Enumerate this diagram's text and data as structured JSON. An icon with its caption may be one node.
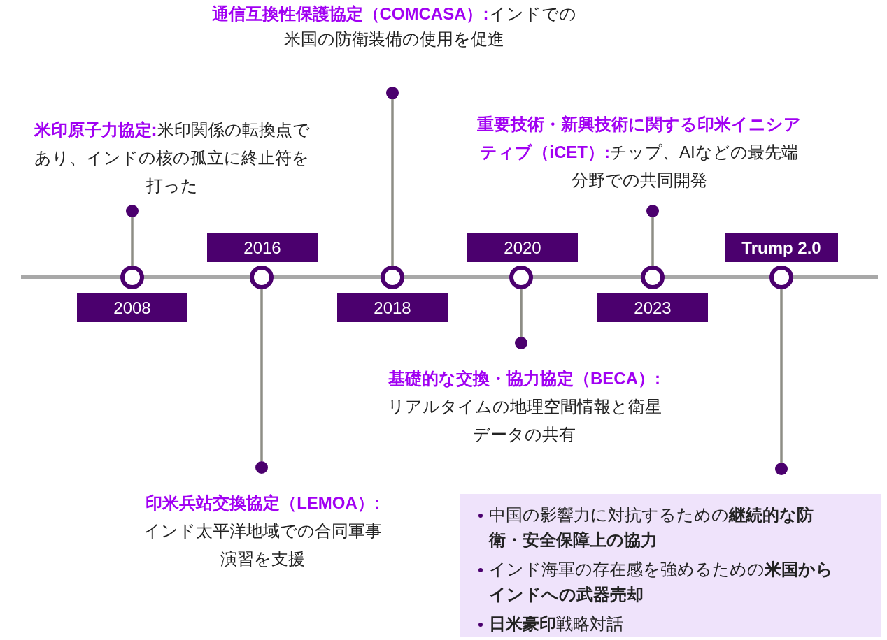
{
  "diagram": {
    "nodes": [
      {
        "text": [
          "2008"
        ]
      },
      {
        "text": [
          "2016"
        ]
      },
      {
        "text": [
          "2018"
        ]
      },
      {
        "text": [
          "2020"
        ]
      },
      {
        "text": [
          "2023"
        ]
      },
      {
        "text": [
          "Trump 2.0"
        ]
      },
      {
        "text": [],
        "shape": "circle"
      },
      {
        "text": [],
        "shape": "circle"
      },
      {
        "text": [],
        "shape": "circle"
      },
      {
        "text": [],
        "shape": "circle"
      },
      {
        "text": [],
        "shape": "circle"
      },
      {
        "text": [],
        "shape": "circle"
      },
      {
        "text": [],
        "shape": "circle"
      },
      {
        "text": [],
        "shape": "circle"
      },
      {
        "text": [],
        "shape": "circle"
      },
      {
        "text": [],
        "shape": "circle"
      },
      {
        "text": [],
        "shape": "circle"
      },
      {
        "text": [],
        "shape": "circle"
      },
      {
        "text": [
          "米印原子力協定:",
          "米印関係の転換点であり、インドの核の孤立に終止符を打った"
        ]
      },
      {
        "text": [
          "印米兵站交換協定（LEMOA）:",
          "インド太平洋地域での合同軍事演習を支援"
        ]
      },
      {
        "text": [
          "通信互換性保護協定（COMCASA）:",
          "インドでの米国の防衛装備の使用を促進"
        ]
      },
      {
        "text": [
          "基礎的な交換・協力協定（BECA）:",
          "リアルタイムの地理空間情報と衛星データの共有"
        ]
      },
      {
        "text": [
          "重要技術・新興技術に関する印米イニシアティブ（iCET）:",
          "チップ、AIなどの最先端分野での共同開発"
        ]
      },
      {
        "text": [
          "中国の影響力に対抗するための**継続的な防衛・安全保障上の協力**",
          "インド海軍の存在感を強めるための**米国からインドへの武器売却**",
          "**日米豪印**戦略対話"
        ]
      }
    ],
    "edges": [
      {
        "from": 6,
        "to": 12,
        "arrow": "none"
      },
      {
        "from": 7,
        "to": 13,
        "arrow": "none"
      },
      {
        "from": 8,
        "to": 14,
        "arrow": "none"
      },
      {
        "from": 9,
        "to": 15,
        "arrow": "none"
      },
      {
        "from": 10,
        "to": 16,
        "arrow": "none"
      },
      {
        "from": 11,
        "to": 17,
        "arrow": "none"
      }
    ]
  }
}
